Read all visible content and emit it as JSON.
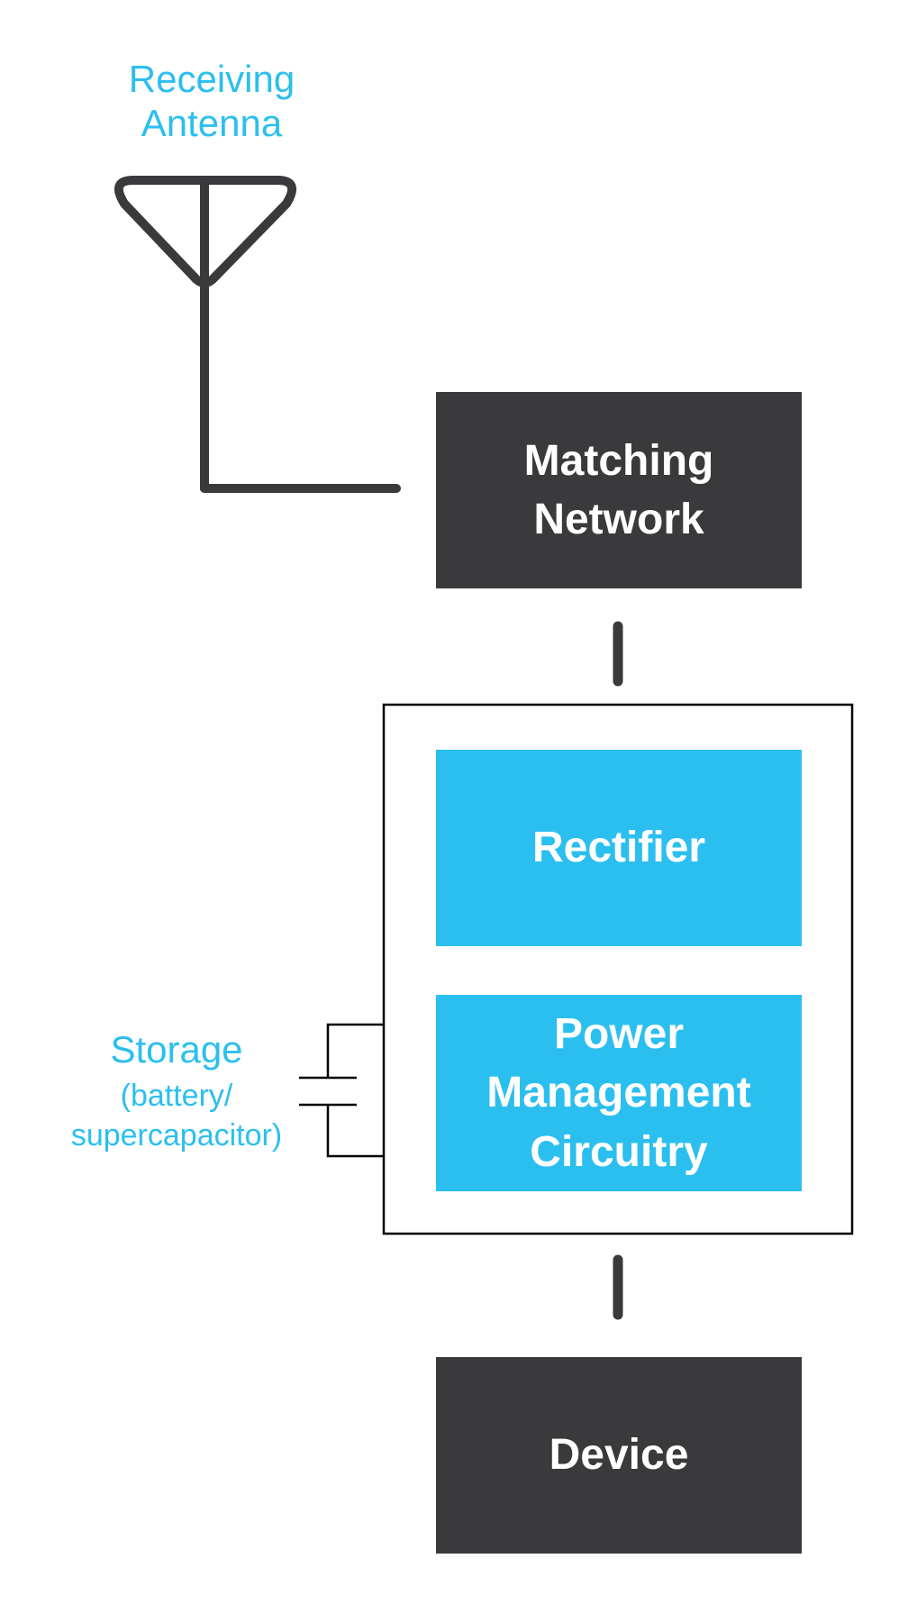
{
  "antenna": {
    "label": "Receiving\nAntenna"
  },
  "blocks": {
    "matching_network": "Matching\nNetwork",
    "rectifier": "Rectifier",
    "power_management": "Power\nManagement\nCircuitry",
    "device": "Device"
  },
  "storage": {
    "title": "Storage",
    "subtitle": "(battery/\nsupercapacitor)"
  },
  "colors": {
    "accent_blue": "#2bbfef",
    "dark_block": "#3a3a3c",
    "line": "#3a3a3c",
    "background": "#ffffff"
  },
  "icons": [
    "antenna-icon",
    "capacitor-icon"
  ]
}
